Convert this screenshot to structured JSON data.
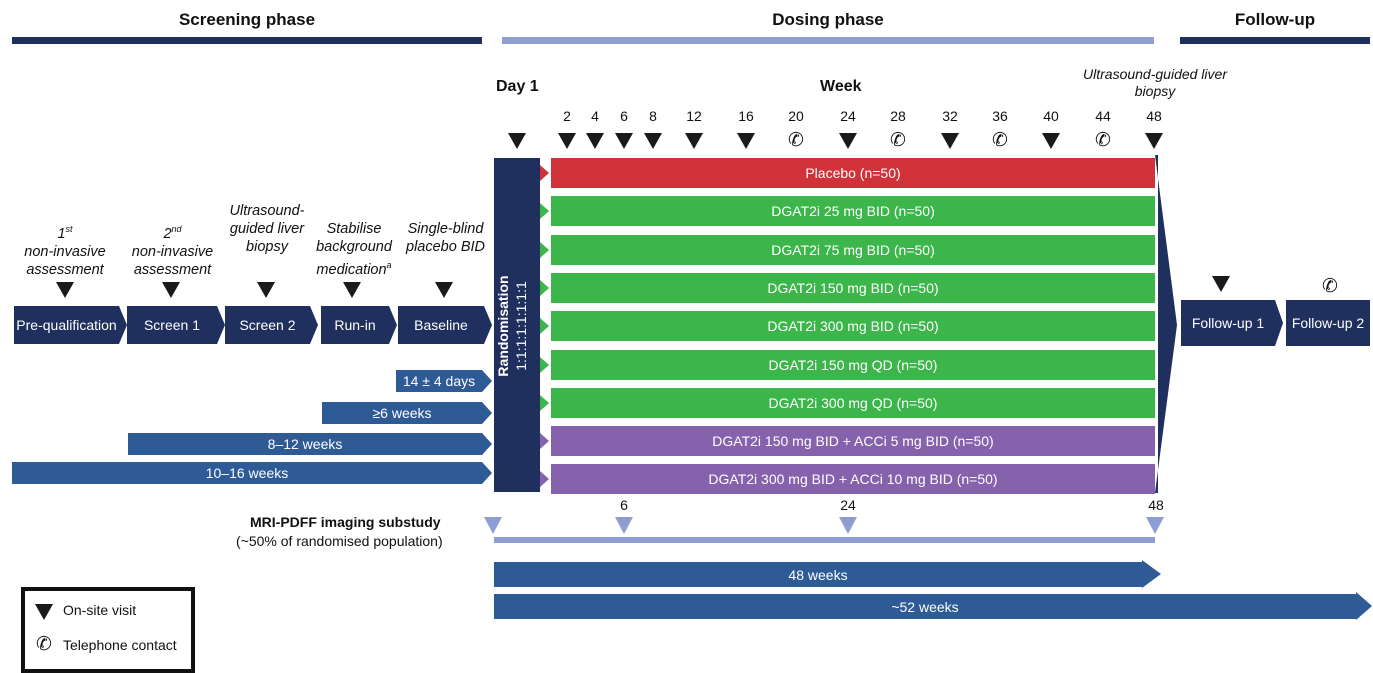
{
  "phases": {
    "screening": "Screening phase",
    "dosing": "Dosing phase",
    "followup": "Follow-up"
  },
  "screening_visits": [
    {
      "label_pre": "1",
      "sup": "st",
      "label": "non-invasive assessment"
    },
    {
      "label_pre": "2",
      "sup": "nd",
      "label": "non-invasive assessment"
    },
    {
      "label": "Ultrasound-guided liver biopsy"
    },
    {
      "label": "Stabilise background medication",
      "sup_after": "a"
    },
    {
      "label": "Single-blind placebo BID"
    }
  ],
  "screening_boxes": [
    "Pre-qualification",
    "Screen 1",
    "Screen 2",
    "Run-in",
    "Baseline"
  ],
  "screening_durations": [
    "14 ± 4 days",
    "≥6 weeks",
    "8–12 weeks",
    "10–16 weeks"
  ],
  "randomisation": {
    "title": "Randomisation",
    "ratio": "1:1:1:1:1:1:1:1"
  },
  "day1": "Day 1",
  "week_label": "Week",
  "biopsy_label": "Ultrasound-guided liver biopsy",
  "weeks": [
    "2",
    "4",
    "6",
    "8",
    "12",
    "16",
    "20",
    "24",
    "28",
    "32",
    "36",
    "40",
    "44",
    "48"
  ],
  "week_markers": [
    "visit",
    "visit",
    "visit",
    "visit",
    "visit",
    "visit",
    "phone",
    "visit",
    "phone",
    "visit",
    "phone",
    "visit",
    "phone",
    "visit"
  ],
  "arms": [
    {
      "label": "Placebo (n=50)",
      "color": "#d13239"
    },
    {
      "label": "DGAT2i 25 mg BID (n=50)",
      "color": "#3cb54a"
    },
    {
      "label": "DGAT2i 75 mg BID (n=50)",
      "color": "#3cb54a"
    },
    {
      "label": "DGAT2i 150 mg BID (n=50)",
      "color": "#3cb54a"
    },
    {
      "label": "DGAT2i 300 mg BID (n=50)",
      "color": "#3cb54a"
    },
    {
      "label": "DGAT2i 150 mg QD (n=50)",
      "color": "#3cb54a"
    },
    {
      "label": "DGAT2i 300 mg QD (n=50)",
      "color": "#3cb54a"
    },
    {
      "label": "DGAT2i 150 mg BID + ACCi 5 mg BID (n=50)",
      "color": "#8661ac"
    },
    {
      "label": "DGAT2i 300 mg BID + ACCi 10 mg BID (n=50)",
      "color": "#8661ac"
    }
  ],
  "followup_boxes": [
    "Follow-up 1",
    "Follow-up 2"
  ],
  "mri": {
    "title": "MRI-PDFF imaging substudy",
    "subtitle": "(~50% of randomised population)",
    "weeks": [
      "6",
      "24",
      "48"
    ]
  },
  "durations": {
    "dosing": "48 weeks",
    "total": "~52 weeks"
  },
  "legend": {
    "onsite": "On-site visit",
    "phone": "Telephone contact"
  },
  "colors": {
    "dark_navy": "#1f2f5e",
    "mid_blue": "#2e5a96",
    "light_blue": "#8e9ed2",
    "placebo": "#d13239",
    "dgat2i": "#3cb54a",
    "combo": "#8661ac"
  }
}
